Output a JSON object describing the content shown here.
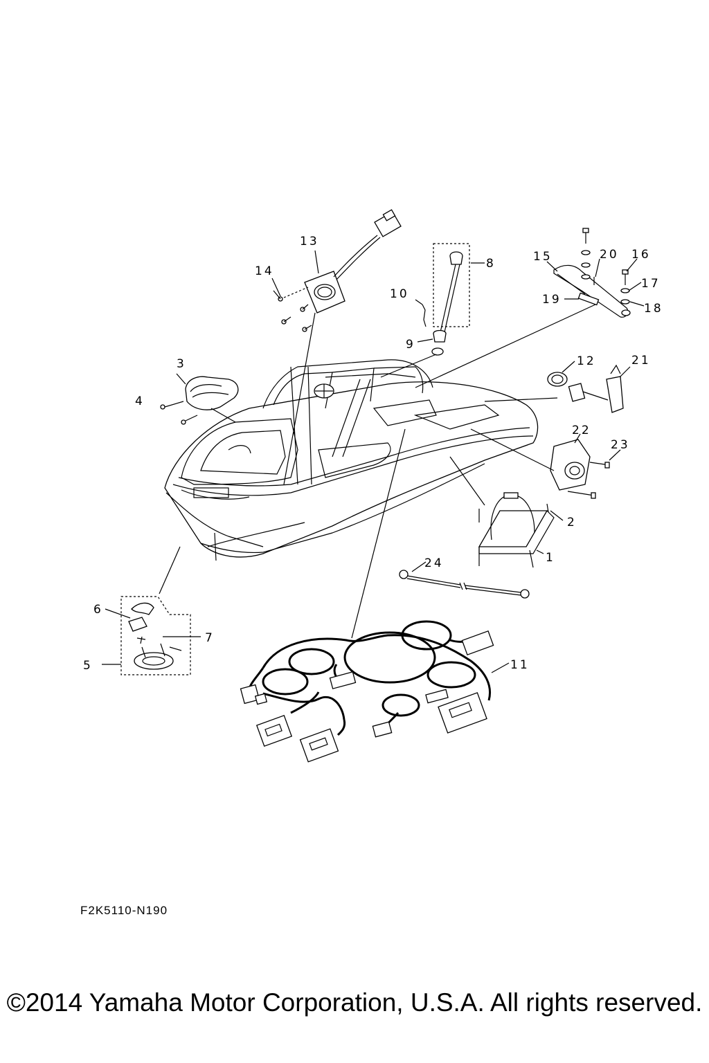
{
  "callouts": [
    {
      "id": "1",
      "label": "1"
    },
    {
      "id": "2",
      "label": "2"
    },
    {
      "id": "3",
      "label": "3"
    },
    {
      "id": "4",
      "label": "4"
    },
    {
      "id": "5",
      "label": "5"
    },
    {
      "id": "6",
      "label": "6"
    },
    {
      "id": "7",
      "label": "7"
    },
    {
      "id": "8",
      "label": "8"
    },
    {
      "id": "9",
      "label": "9"
    },
    {
      "id": "10",
      "label": "10"
    },
    {
      "id": "11",
      "label": "11"
    },
    {
      "id": "12",
      "label": "12"
    },
    {
      "id": "13",
      "label": "13"
    },
    {
      "id": "14",
      "label": "14"
    },
    {
      "id": "15",
      "label": "15"
    },
    {
      "id": "16",
      "label": "16"
    },
    {
      "id": "17",
      "label": "17"
    },
    {
      "id": "18",
      "label": "18"
    },
    {
      "id": "19",
      "label": "19"
    },
    {
      "id": "20",
      "label": "20"
    },
    {
      "id": "21",
      "label": "21"
    },
    {
      "id": "22",
      "label": "22"
    },
    {
      "id": "23",
      "label": "23"
    },
    {
      "id": "24",
      "label": "24"
    }
  ],
  "diagram_code": "F2K5110-N190",
  "copyright": "©2014 Yamaha Motor Corporation, U.S.A. All rights reserved."
}
